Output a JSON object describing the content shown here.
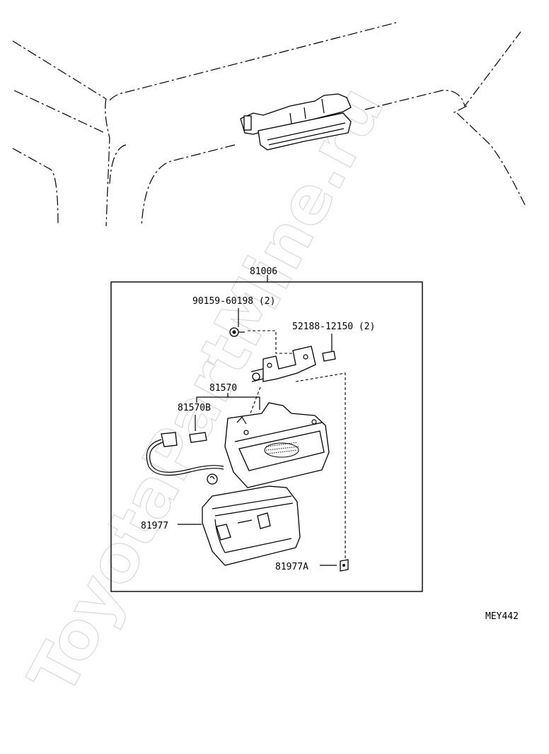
{
  "watermark": "ToyotaPartMine.ru",
  "drawing_code": "MEY442",
  "parts": {
    "assembly": "81006",
    "screw": "90159-60198 (2)",
    "nut": "52188-12150 (2)",
    "lamp_body": "81570",
    "bulb": "81570B",
    "cover": "81977",
    "clip": "81977A"
  }
}
